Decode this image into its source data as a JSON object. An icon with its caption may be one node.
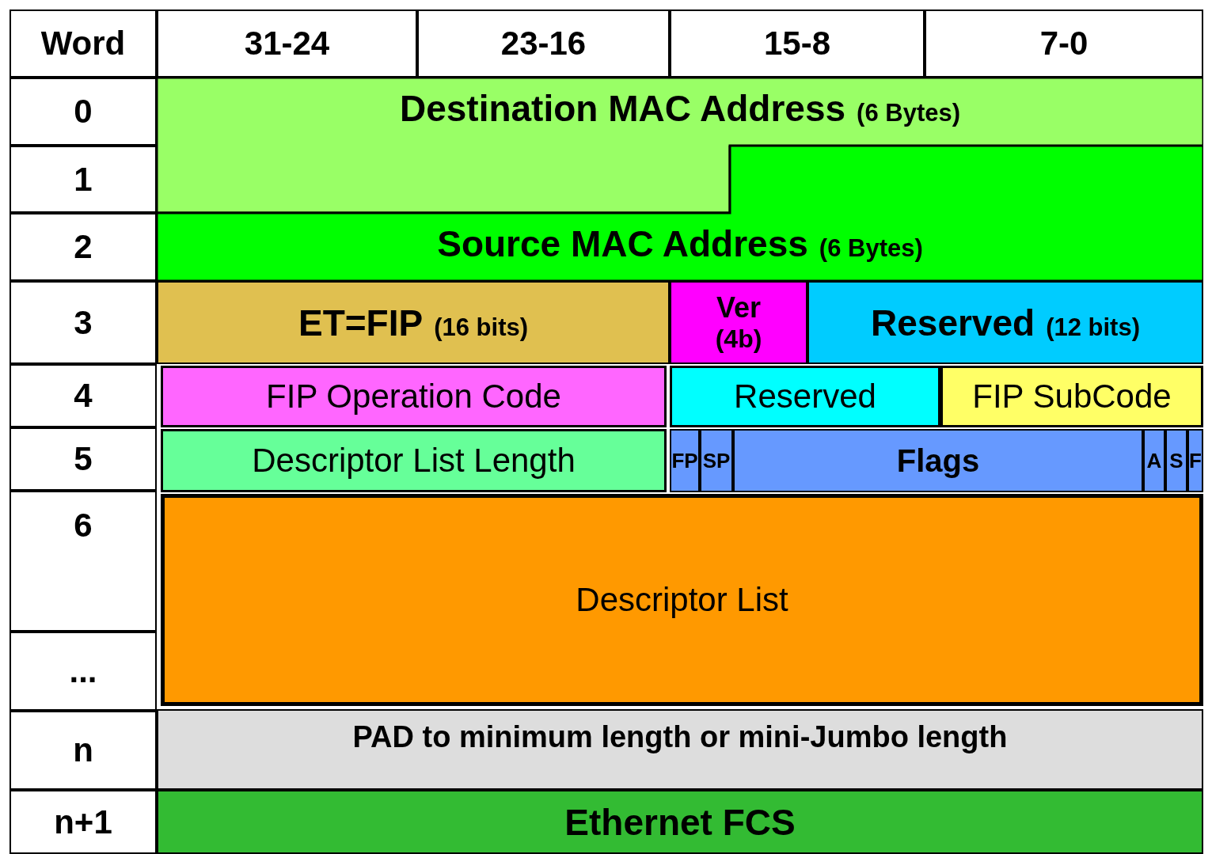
{
  "diagram": {
    "nodes": [
      {
        "text": [
          "Destination MAC Address",
          "(6 Bytes)"
        ]
      },
      {
        "text": [
          "Source MAC Address",
          "(6 Bytes)"
        ]
      },
      {
        "text": [
          "ET=FIP",
          "(16 bits)"
        ]
      },
      {
        "text": [
          "Ver",
          "(4b)"
        ]
      },
      {
        "text": [
          "Reserved",
          "(12 bits)"
        ]
      },
      {
        "text": [
          "FIP Operation Code"
        ]
      },
      {
        "text": [
          "Reserved"
        ]
      },
      {
        "text": [
          "FIP SubCode"
        ]
      },
      {
        "text": [
          "Descriptor List Length"
        ]
      },
      {
        "text": [
          "FP"
        ]
      },
      {
        "text": [
          "SP"
        ]
      },
      {
        "text": [
          "Flags"
        ]
      },
      {
        "text": [
          "A"
        ]
      },
      {
        "text": [
          "S"
        ]
      },
      {
        "text": [
          "F"
        ]
      },
      {
        "text": [
          "Descriptor List"
        ]
      },
      {
        "text": [
          "PAD to minimum length or mini-Jumbo length"
        ]
      },
      {
        "text": [
          "Ethernet FCS"
        ]
      }
    ],
    "edges": [],
    "labels": [
      "Word",
      "31-24",
      "23-16",
      "15-8",
      "7-0",
      "0",
      "1",
      "2",
      "3",
      "4",
      "5",
      "6",
      "...",
      "n",
      "n+1"
    ]
  }
}
